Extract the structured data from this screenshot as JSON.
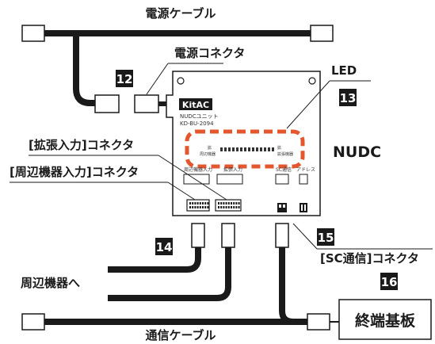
{
  "labels": {
    "power_cable": "電源ケーブル",
    "power_connector": "電源コネクタ",
    "led": "LED",
    "expansion_connector": "[拡張入力]コネクタ",
    "peripheral_connector": "[周辺機器入力]コネクタ",
    "to_peripheral": "周辺機器へ",
    "comm_cable": "通信ケーブル",
    "sc_connector": "[SC通信]コネクタ",
    "terminal_board": "終端基板",
    "nudc": "NUDC"
  },
  "badges": {
    "b12": "12",
    "b13": "13",
    "b14": "14",
    "b15": "15",
    "b16": "16"
  },
  "device": {
    "logo": "KitAC",
    "model_name": "NUDCユニット",
    "model_code": "KD-BU-2094",
    "led_left_top": "拡",
    "led_left_bottom": "周辺機器",
    "led_right_top": "拡",
    "led_right_bottom": "拡張機器",
    "port_peripheral": "周辺機器入力",
    "port_expansion": "拡張入力",
    "port_sc": "SC通信",
    "port_address": "アドレス"
  },
  "colors": {
    "led_highlight": "#e4572e",
    "cable": "#1a1a1a",
    "badge": "#1a1a1a"
  }
}
